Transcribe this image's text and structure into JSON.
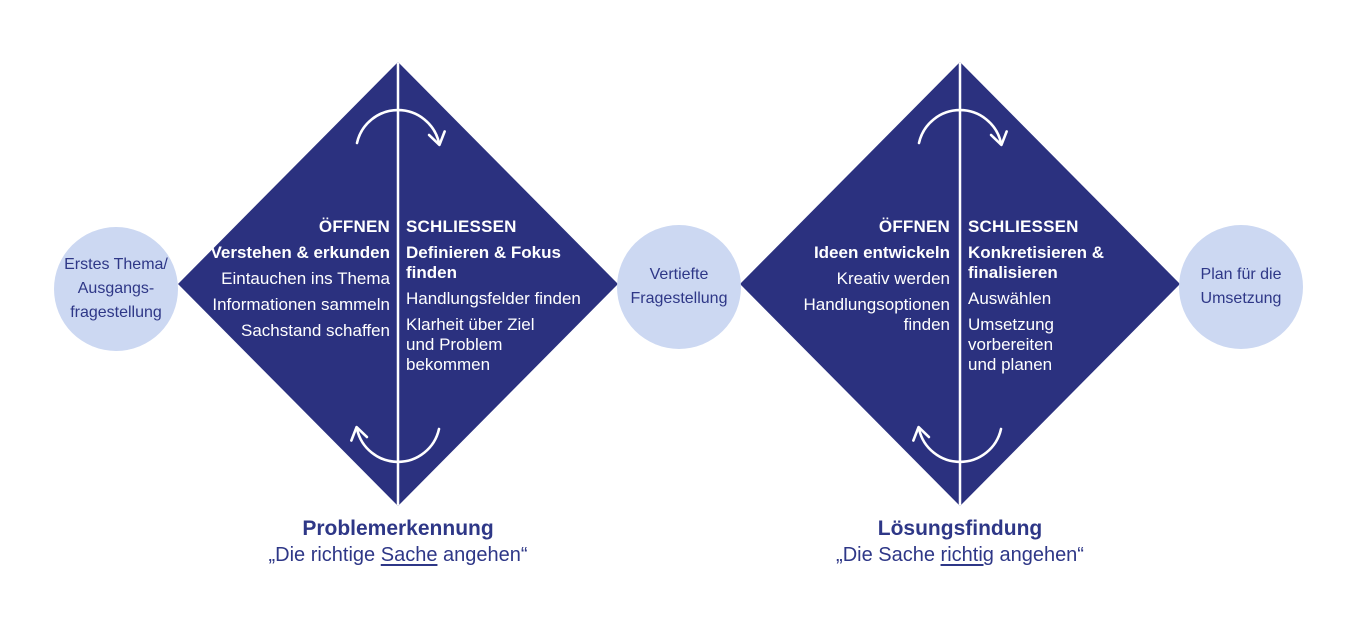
{
  "colors": {
    "background": "#ffffff",
    "diamond": "#2b317f",
    "circle_fill": "#ccd8f2",
    "dark_text": "#2e3787",
    "light_text": "#ffffff",
    "arrow_stroke": "#ffffff"
  },
  "circles": [
    {
      "text": "Erstes Thema/\nAusgangs-\nfragestellung"
    },
    {
      "text": "Vertiefte\nFragestellung"
    },
    {
      "text": "Plan für die\nUmsetzung"
    }
  ],
  "diamonds": [
    {
      "open": {
        "heading": "ÖFFNEN",
        "title": "Verstehen & erkunden",
        "items": [
          "Eintauchen ins Thema",
          "Informationen sammeln",
          "Sachstand schaffen"
        ]
      },
      "close": {
        "heading": "SCHLIESSEN",
        "title": "Definieren & Fokus\nfinden",
        "items": [
          "Handlungsfelder finden",
          "Klarheit über Ziel\nund Problem\nbekommen"
        ]
      },
      "caption": {
        "title": "Problemerkennung",
        "quote_pre": "„Die richtige ",
        "quote_underline": "Sache",
        "quote_post": " angehen“"
      }
    },
    {
      "open": {
        "heading": "ÖFFNEN",
        "title": "Ideen entwickeln",
        "items": [
          "Kreativ werden",
          "Handlungsoptionen\nfinden"
        ]
      },
      "close": {
        "heading": "SCHLIESSEN",
        "title": "Konkretisieren &\nfinalisieren",
        "items": [
          "Auswählen",
          "Umsetzung\nvorbereiten\nund planen"
        ]
      },
      "caption": {
        "title": "Lösungsfindung",
        "quote_pre": "„Die Sache ",
        "quote_underline": "richtig",
        "quote_post": " angehen“"
      }
    }
  ]
}
